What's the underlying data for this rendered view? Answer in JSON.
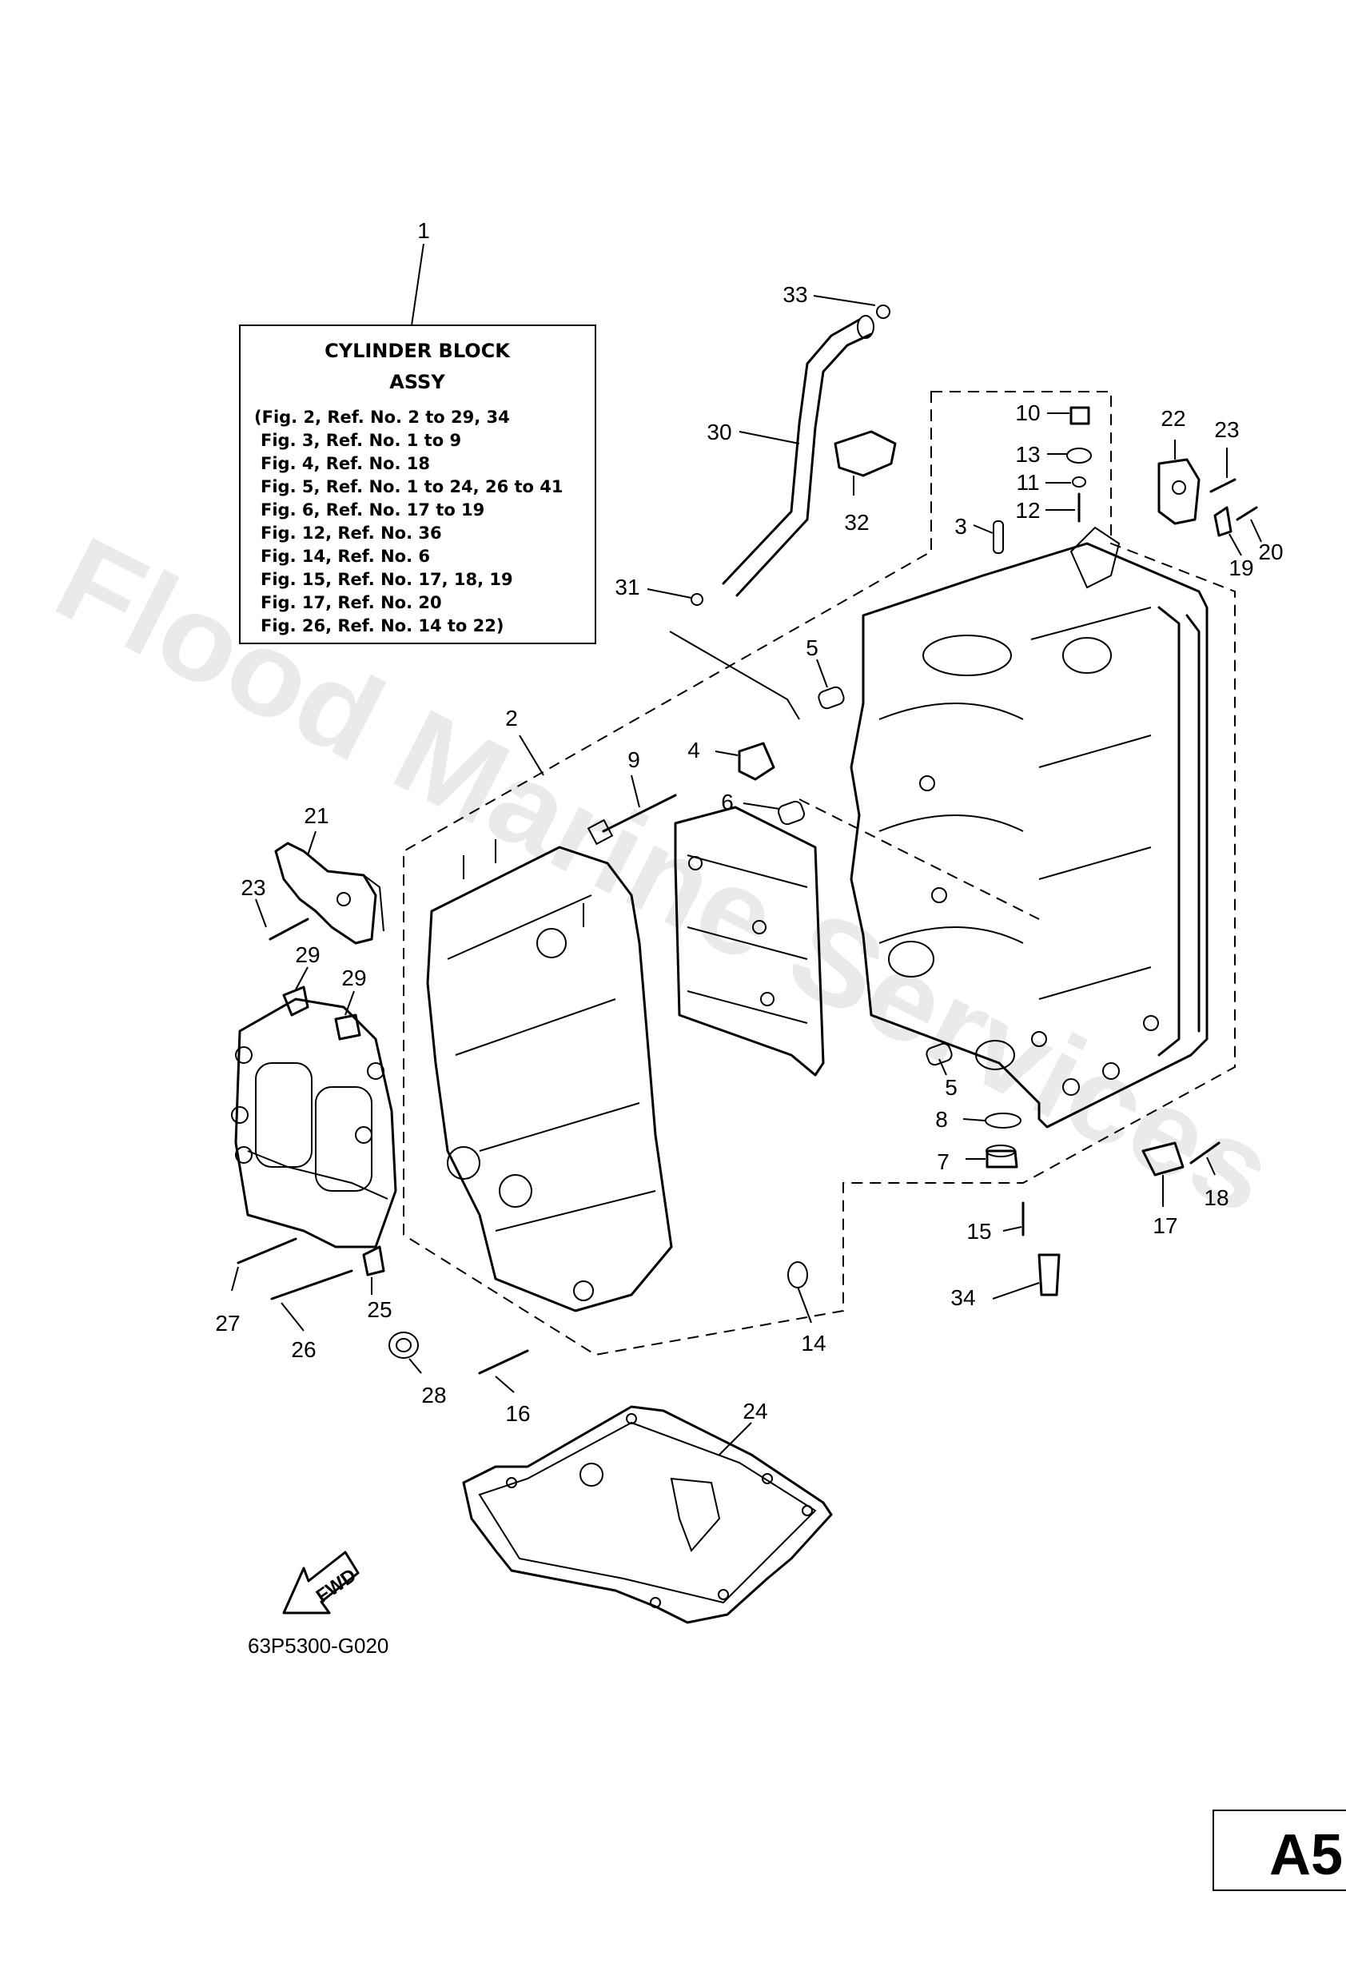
{
  "watermark": "Flood Marine Services",
  "info_box": {
    "title_line1": "CYLINDER BLOCK",
    "title_line2": "ASSY",
    "refs": [
      "(Fig. 2, Ref. No. 2 to 29, 34",
      "Fig. 3, Ref. No. 1 to 9",
      "Fig. 4, Ref. No. 18",
      "Fig. 5, Ref. No. 1 to 24, 26 to 41",
      "Fig. 6, Ref. No. 17 to 19",
      "Fig. 12, Ref. No. 36",
      "Fig. 14, Ref. No. 6",
      "Fig. 15, Ref. No. 17, 18, 19",
      "Fig. 17, Ref. No. 20",
      "Fig. 26, Ref. No. 14 to 22)"
    ]
  },
  "callouts": {
    "c1": "1",
    "c2": "2",
    "c3": "3",
    "c4": "4",
    "c5a": "5",
    "c5b": "5",
    "c6": "6",
    "c7": "7",
    "c8": "8",
    "c9": "9",
    "c10": "10",
    "c11": "11",
    "c12": "12",
    "c13": "13",
    "c14": "14",
    "c15": "15",
    "c16": "16",
    "c17": "17",
    "c18": "18",
    "c19": "19",
    "c20": "20",
    "c21": "21",
    "c22": "22",
    "c23a": "23",
    "c23b": "23",
    "c24": "24",
    "c25": "25",
    "c26": "26",
    "c27": "27",
    "c28": "28",
    "c29a": "29",
    "c29b": "29",
    "c30": "30",
    "c31": "31",
    "c32": "32",
    "c33": "33",
    "c34": "34"
  },
  "fwd_label": "FWD",
  "drawing_code": "63P5300-G020",
  "page_tag": "A5"
}
